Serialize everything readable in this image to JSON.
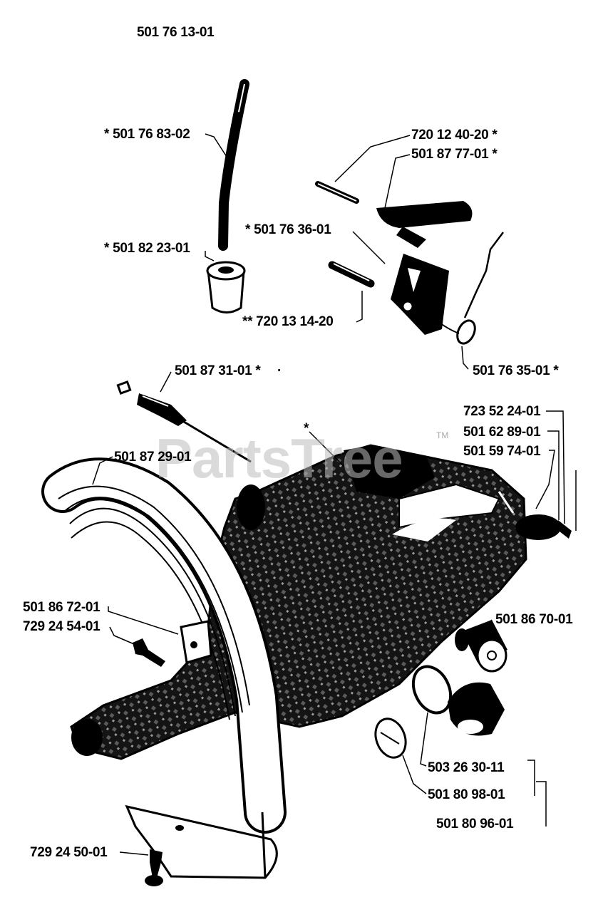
{
  "title": "501 76 13-01",
  "watermark": "PartsTree",
  "watermark_tm": "TM",
  "labels": {
    "fuel_hose": "* 501 76 83-02",
    "fuel_filter": "* 501 82 23-01",
    "pin_a": "720 12 40-20 *",
    "throttle_trigger": "501 87 77-01 *",
    "trigger_lockout": "* 501 76 36-01",
    "pin_b": "** 720 13 14-20",
    "spring": "501 76 35-01 *",
    "adjuster_screw": "501 87 31-01 *",
    "star_mark": "*",
    "dot_mark": "·",
    "bolt_a": "723 52 24-01",
    "washer_a": "501 62 89-01",
    "part_c": "501 59 74-01",
    "handle_bar": "501 87 29-01",
    "bracket": "501 86 72-01",
    "screw_b": "729 24 54-01",
    "fuel_cap_bushing": "501 86 70-01",
    "o_ring": "503 26 30-11",
    "cap_gasket": "501 80 98-01",
    "fuel_cap_kit": "501 80 96-01",
    "screw_c": "729 24 50-01"
  }
}
